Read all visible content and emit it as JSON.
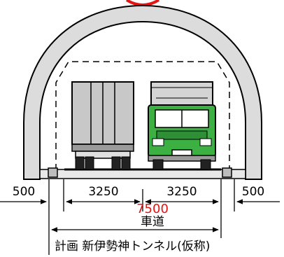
{
  "dimensions": {
    "shoulder_left": "500",
    "lane_left": "3250",
    "lane_right": "3250",
    "shoulder_right": "500",
    "total": "7500"
  },
  "labels": {
    "carriageway": "車道",
    "tunnel_name": "計画 新伊勢神トンネル(仮称)"
  },
  "colors": {
    "tunnel_fill": "#dcdcdc",
    "total_dimension": "#e31414",
    "green_truck": "#3cb043",
    "grey_truck": "#c8c8c8"
  }
}
